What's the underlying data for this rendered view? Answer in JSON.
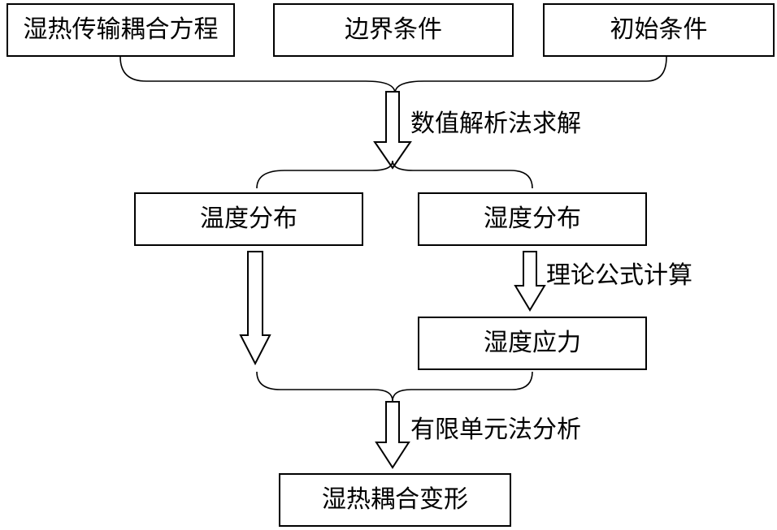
{
  "nodes": {
    "equation": "湿热传输耦合方程",
    "boundary": "边界条件",
    "initial": "初始条件",
    "temperature_distribution": "温度分布",
    "humidity_distribution": "湿度分布",
    "humidity_stress": "湿度应力",
    "deformation": "湿热耦合变形"
  },
  "edges": {
    "numerical_solution": "数值解析法求解",
    "theoretical_formula": "理论公式计算",
    "finite_element": "有限单元法分析"
  }
}
